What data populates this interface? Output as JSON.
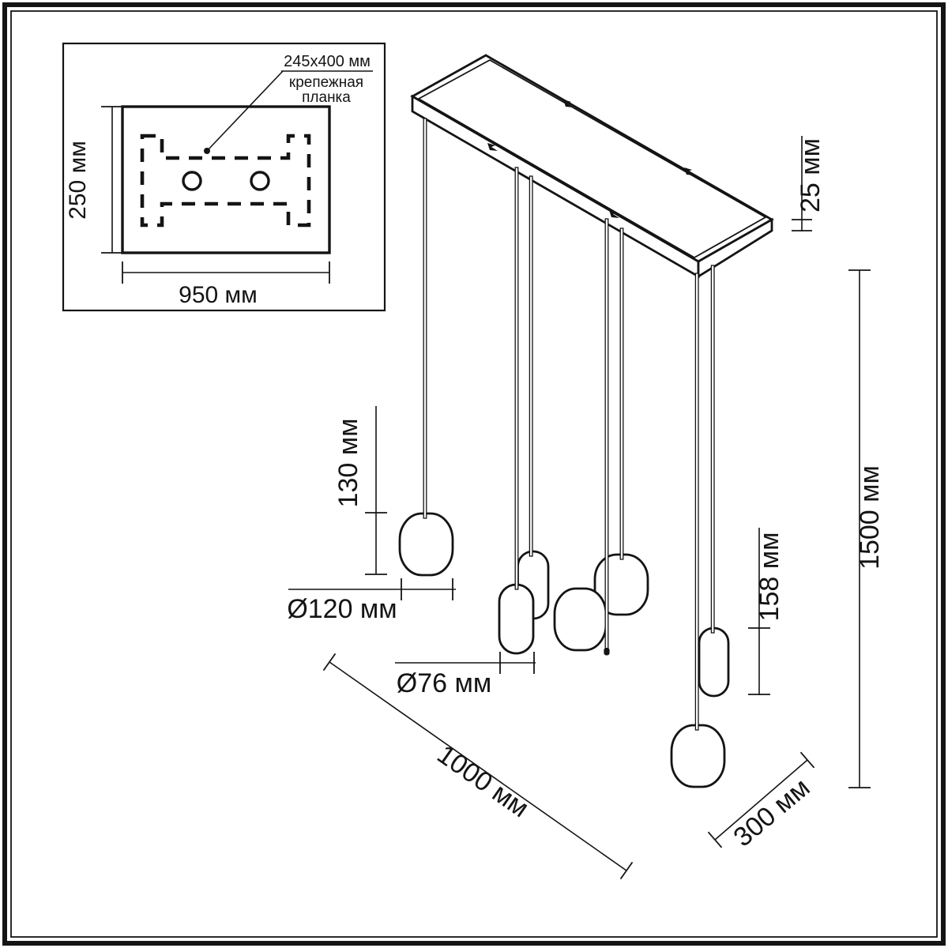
{
  "inset": {
    "plate_size_label": "245x400 мм",
    "plate_name_line1": "крепежная",
    "plate_name_line2": "планка",
    "height_dim": "250 мм",
    "width_dim": "950 мм"
  },
  "dimensions": {
    "canopy_thickness": "25 мм",
    "round_pendant_height": "130 мм",
    "round_pendant_diameter": "Ø120 мм",
    "capsule_pendant_diameter": "Ø76 мм",
    "capsule_pendant_height": "158 мм",
    "total_height": "1500 мм",
    "canopy_length": "1000 мм",
    "canopy_depth": "300 мм"
  },
  "colors": {
    "line": "#141414",
    "background": "#ffffff"
  }
}
